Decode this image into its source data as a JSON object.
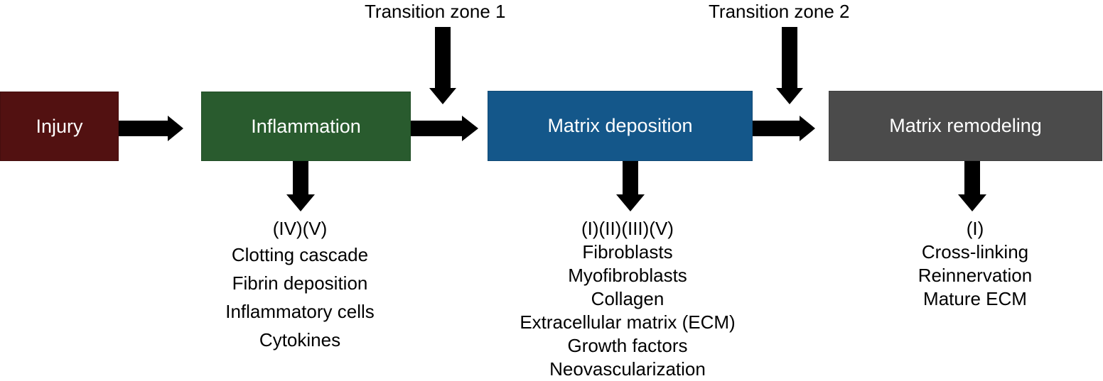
{
  "stages": {
    "injury": {
      "label": "Injury",
      "color": "#521111"
    },
    "inflammation": {
      "label": "Inflammation",
      "color": "#295b2e"
    },
    "matrix_deposition": {
      "label": "Matrix deposition",
      "color": "#14578a"
    },
    "matrix_remodeling": {
      "label": "Matrix remodeling",
      "color": "#4b4b4b"
    }
  },
  "transition_zones": {
    "zone1": "Transition zone 1",
    "zone2": "Transition zone 2"
  },
  "inflammation_details": {
    "types": "(IV)(V)",
    "items": [
      "Clotting cascade",
      "Fibrin deposition",
      "Inflammatory cells",
      "Cytokines"
    ]
  },
  "matrix_deposition_details": {
    "types": "(I)(II)(III)(V)",
    "items": [
      "Fibroblasts",
      "Myofibroblasts",
      "Collagen",
      "Extracellular matrix (ECM)",
      "Growth factors",
      "Neovascularization"
    ]
  },
  "matrix_remodeling_details": {
    "types": "(I)",
    "items": [
      "Cross-linking",
      "Reinnervation",
      "Mature ECM"
    ]
  },
  "arrow_color": "#000000"
}
